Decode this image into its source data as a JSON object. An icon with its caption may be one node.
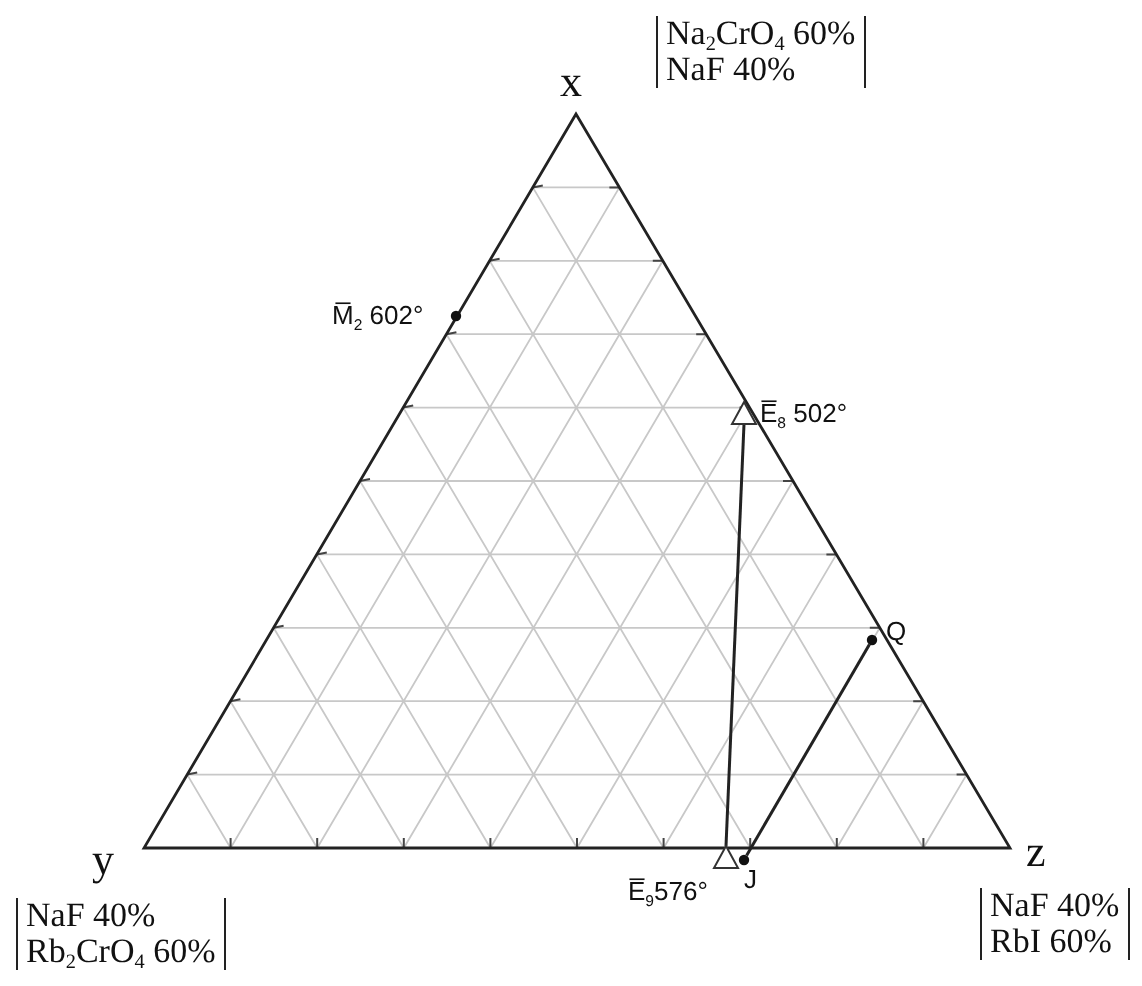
{
  "diagram": {
    "nodes": [
      {
        "text": [
          "M̅$_{2}$ 602°"
        ]
      },
      {
        "text": [
          "E̅$_{8}$ 502°"
        ]
      },
      {
        "text": [
          "Q"
        ]
      },
      {
        "text": [
          "E̅$_{9}$576°"
        ]
      },
      {
        "text": [
          "J"
        ]
      }
    ],
    "edges": [
      {
        "from": 1,
        "to": 3,
        "arrow": "none"
      },
      {
        "from": 2,
        "to": 4,
        "arrow": "none"
      }
    ],
    "labels": [
      "x",
      "Na$_{2}$CrO$_{4}$ 60%",
      "NaF 40%",
      "y",
      "z",
      "NaF 40%",
      "Rb$_{2}$CrO$_{4}$ 60%",
      "NaF 40%",
      "RbI 60%"
    ]
  }
}
